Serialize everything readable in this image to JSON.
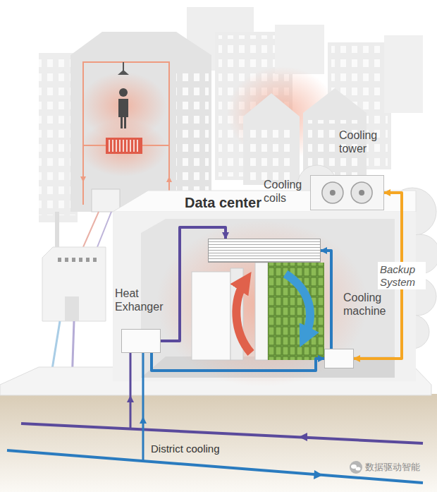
{
  "diagram": {
    "nodes": [
      {
        "text": [
          "Data center"
        ]
      },
      {
        "text": [
          "Cooling coils"
        ],
        "in": 0
      },
      {
        "text": [
          "Heat Exhanger"
        ],
        "in": 0
      },
      {
        "text": [
          "Cooling machine"
        ],
        "in": 0
      },
      {
        "text": [
          "Cooling tower"
        ]
      }
    ],
    "edges": [
      {
        "from": 2,
        "to": 1,
        "arrow": "to"
      },
      {
        "from": 2,
        "to": 3,
        "arrow": "to"
      },
      {
        "from": 3,
        "to": 1,
        "arrow": "to"
      },
      {
        "from": 3,
        "to": 4,
        "label": "Backup System",
        "arrow": "both"
      }
    ],
    "labels": [
      "District cooling",
      "数据驱动智能"
    ]
  }
}
